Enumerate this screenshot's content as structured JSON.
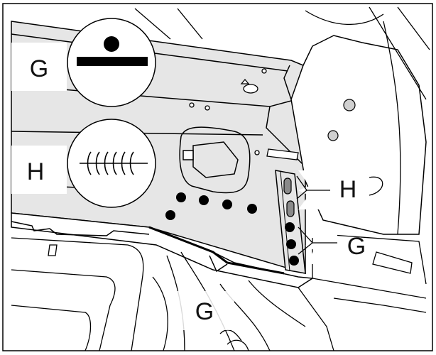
{
  "diagram": {
    "legend": [
      {
        "letter": "G",
        "symbol": "spot-weld-symbol-icon"
      },
      {
        "letter": "H",
        "symbol": "seam-weld-symbol-icon"
      }
    ],
    "callouts": {
      "right_upper": "H",
      "right_lower": "G",
      "bottom": "G"
    },
    "colors": {
      "panel_shade": "#e6e6e6",
      "line": "#000000",
      "weld_spot": "#000000",
      "seam_marker": "#8a8a8a"
    }
  }
}
